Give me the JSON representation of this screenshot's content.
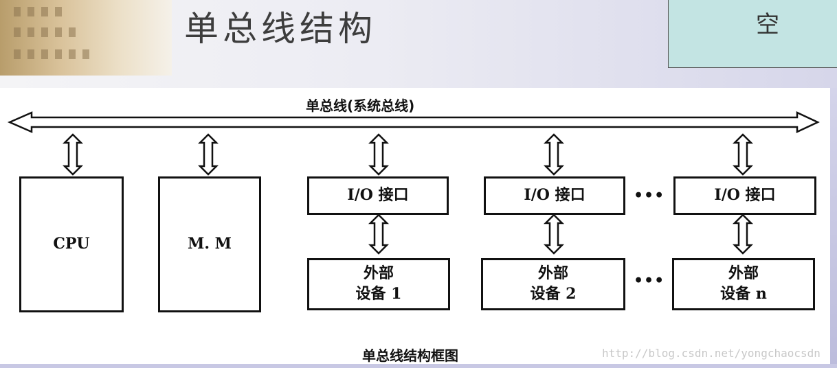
{
  "header": {
    "title": "单总线结构",
    "corner_label": "空"
  },
  "diagram": {
    "bus_label": "单总线(系统总线)",
    "caption": "单总线结构框图",
    "cpu_label": "CPU",
    "memory_label": "M. M",
    "io_interface_label": "I/O 接口",
    "devices": [
      {
        "line1": "外部",
        "line2": "设备 1"
      },
      {
        "line1": "外部",
        "line2": "设备 2"
      },
      {
        "line1": "外部",
        "line2": "设备 n"
      }
    ],
    "ellipsis": "•••"
  },
  "watermark": "http://blog.csdn.net/yongchaocsdn"
}
